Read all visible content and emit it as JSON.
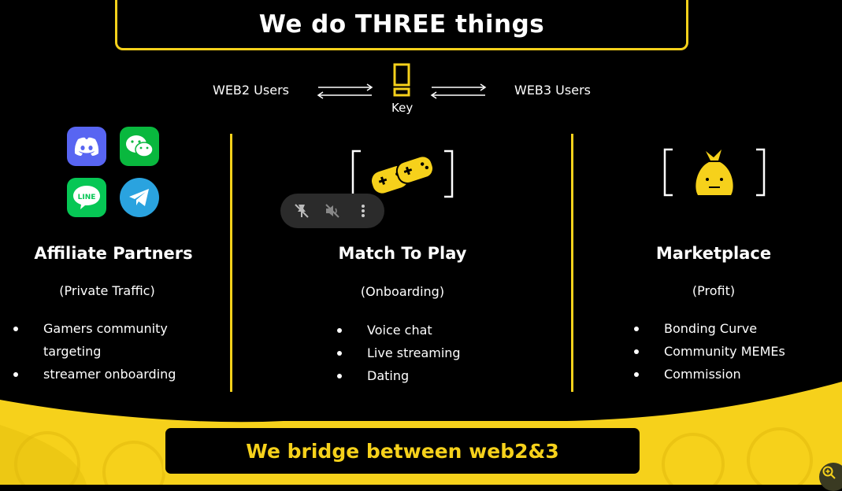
{
  "header": {
    "title": "We do THREE things"
  },
  "flow": {
    "left_label": "WEB2 Users",
    "key_label": "Key",
    "right_label": "WEB3 Users"
  },
  "columns": [
    {
      "title": "Affiliate Partners",
      "subtitle": "(Private Traffic)",
      "bullets": [
        "Gamers community",
        "targeting",
        "streamer onboarding"
      ]
    },
    {
      "title": "Match To Play",
      "subtitle": "(Onboarding)",
      "bullets": [
        "Voice chat",
        "Live streaming",
        "Dating"
      ]
    },
    {
      "title": "Marketplace",
      "subtitle": "(Profit)",
      "bullets": [
        "Bonding Curve",
        "Community MEMEs",
        "Commission"
      ]
    }
  ],
  "footer": {
    "tagline": "We bridge between web2&3"
  },
  "icons": {
    "apps": [
      "discord-icon",
      "wechat-icon",
      "line-icon",
      "telegram-icon"
    ],
    "media_controls": [
      "pin-off-icon",
      "mute-icon",
      "more-vertical-icon"
    ],
    "zoom": "zoom-in-icon"
  },
  "colors": {
    "accent": "#f6d11b",
    "background": "#000000",
    "discord": "#5865f2",
    "wechat": "#09b83e",
    "line": "#06c755",
    "telegram": "#2aa3df"
  }
}
